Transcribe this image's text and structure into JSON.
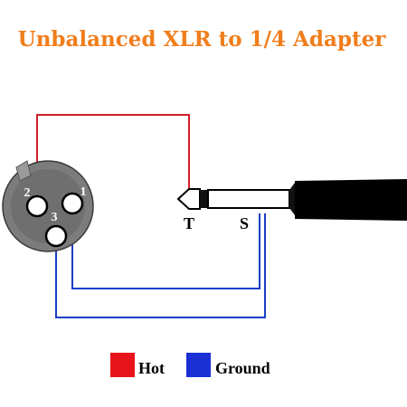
{
  "title": "Unbalanced XLR to 1/4 Adapter",
  "xlr_pins": {
    "pin1": "1",
    "pin2": "2",
    "pin3": "3"
  },
  "jack_terminals": {
    "tip": "T",
    "sleeve": "S"
  },
  "legend": {
    "hot": {
      "label": "Hot",
      "color": "#e8141b"
    },
    "ground": {
      "label": "Ground",
      "color": "#1a2fd6"
    }
  },
  "colors": {
    "title": "#f07d1b",
    "hot_wire": "#d01f2a",
    "ground_wire": "#1a3fc8"
  }
}
